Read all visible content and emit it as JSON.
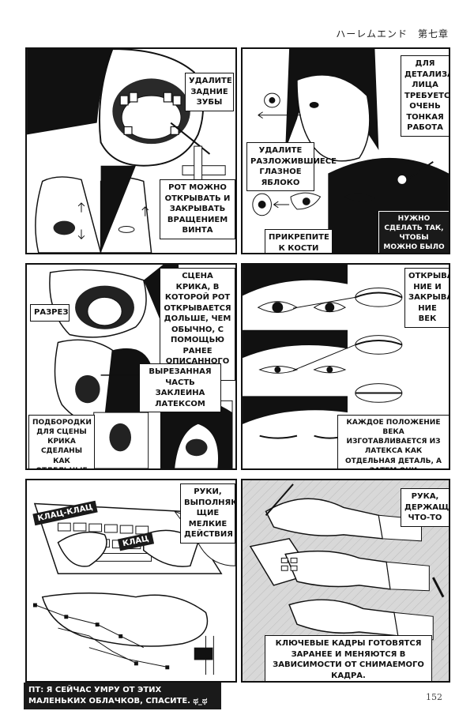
{
  "header": {
    "chapter": "ハーレムエンド　第七章"
  },
  "panels": {
    "p1": {
      "teeth": "УДАЛИТЕ ЗАДНИЕ ЗУБЫ",
      "mouth": "РОТ МОЖНО ОТКРЫВАТЬ И ЗАКРЫВАТЬ ВРАЩЕНИЕМ ВИНТА"
    },
    "p2": {
      "face": "ДЛЯ ДЕТАЛИЗАЦИИ ЛИЦА ТРЕБУЕТСЯ ОЧЕНЬ ТОНКАЯ РАБОТА",
      "eye": "УДАЛИТЕ РАЗЛОЖИВШИЕСЕ ГЛАЗНОЕ ЯБЛОКО",
      "screw": "ПРИКРЕПИТЕ К КОСТИ ШУРУПОМ",
      "move": "НУЖНО СДЕЛАТЬ ТАК, ЧТОБЫ МОЖНО БЫЛО ДВИГАТЬ ВЕРТИКАЛЬНО И ГОРИЗОНТАЛЬНО"
    },
    "p3": {
      "scream": "СЦЕНА КРИКА, В КОТОРОЙ РОТ ОТКРЫВАЕТСЯ ДОЛЬШЕ, ЧЕМ ОБЫЧНО, С ПОМОЩЬЮ РАНЕЕ ОПИСАННОГО МЕТОДА.",
      "cut": "РАЗРЕЗ",
      "latex": "ВЫРЕЗАННАЯ ЧАСТЬ ЗАКЛЕИНА ЛАТЕКСОМ",
      "chins": "ПОДБОРОДКИ ДЛЯ СЦЕНЫ КРИКА СДЕЛАНЫ КАК ОТДЕЛЬНЫЕ ДЕТАЛИ СНИМАЮТСЯ ОТДЕЛЬНО"
    },
    "p4": {
      "lids": "ОТКРЫВА-НИЕ И ЗАКРЫВА-НИЕ ВЕК",
      "frames": "КАЖДОЕ ПОЛОЖЕНИЕ ВЕКА ИЗГОТАВЛИВАЕТСЯ ИЗ ЛАТЕКСА КАК ОТДЕЛЬНАЯ ДЕТАЛЬ, А ЗАТЕМ ОНИ НАКЛЕИВАЮТСЯ НА ГЛАЗНОЕ ЯБЛОКО И СНИМАЮТСЯ КАДР ЗА КАДРОМ."
    },
    "p5": {
      "hands": "РУКИ, ВЫПОЛНЯЮ-ЩИЕ МЕЛКИЕ ДЕЙСТВИЯ",
      "sfx1": "КЛАЦ-КЛАЦ",
      "sfx2": "КЛАЦ"
    },
    "p6": {
      "holding": "РУКА, ДЕРЖАЩАЯ ЧТО-ТО",
      "keyframes": "КЛЮЧЕВЫЕ КАДРЫ ГОТОВЯТСЯ ЗАРАНЕЕ И МЕНЯЮТСЯ В ЗАВИСИМОСТИ ОТ СНИМАЕМОГО КАДРА."
    }
  },
  "footer": {
    "note": "ПТ: Я СЕЙЧАС УМРУ ОТ ЭТИХ МАЛЕНЬКИХ ОБЛАЧКОВ, СПАСИТЕ. ಥ_ಥ",
    "page": "152"
  }
}
